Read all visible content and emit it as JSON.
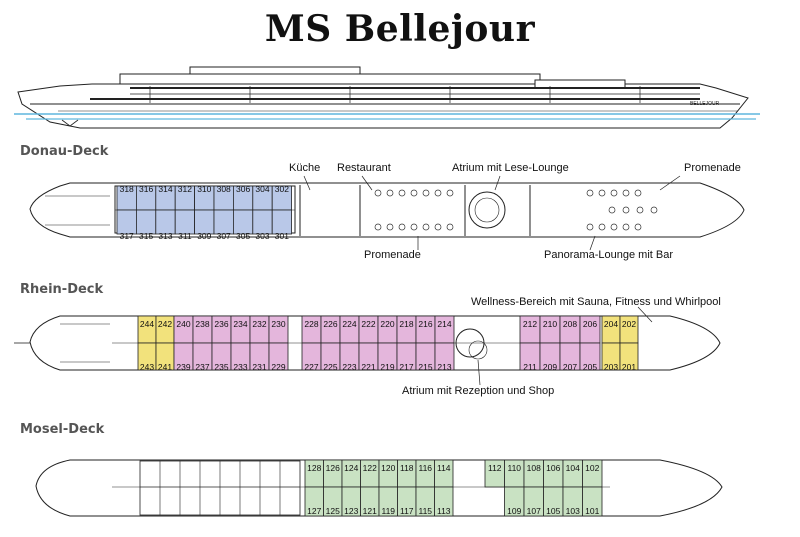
{
  "title": "MS Bellejour",
  "ship_name_on_hull": "BELLEJOUR",
  "colors": {
    "donau_cabins": "#b9c8e8",
    "rhein_cabins_main": "#e4b6dc",
    "rhein_cabins_suite": "#f2e27c",
    "mosel_cabins": "#c9e2c3",
    "line": "#222222",
    "water": "#5fb6de"
  },
  "decks": {
    "donau": {
      "name": "Donau-Deck",
      "labels": {
        "kueche": "Küche",
        "restaurant": "Restaurant",
        "atrium": "Atrium mit Lese-Lounge",
        "promenade_top": "Promenade",
        "promenade_bottom": "Promenade",
        "panorama": "Panorama-Lounge mit Bar"
      },
      "top_row": [
        "318",
        "316",
        "314",
        "312",
        "310",
        "308",
        "306",
        "304",
        "302"
      ],
      "bottom_row": [
        "317",
        "315",
        "313",
        "311",
        "309",
        "307",
        "305",
        "303",
        "301"
      ]
    },
    "rhein": {
      "name": "Rhein-Deck",
      "labels": {
        "wellness": "Wellness-Bereich mit Sauna, Fitness und Whirlpool",
        "atrium": "Atrium mit Rezeption und Shop"
      },
      "aft_suites_top": [
        "244",
        "242"
      ],
      "aft_suites_bottom": [
        "243",
        "241"
      ],
      "block1_top": [
        "240",
        "238",
        "236",
        "234",
        "232",
        "230"
      ],
      "block1_bottom": [
        "239",
        "237",
        "235",
        "233",
        "231",
        "229"
      ],
      "block2_top": [
        "228",
        "226",
        "224",
        "222",
        "220",
        "218",
        "216",
        "214"
      ],
      "block2_bottom": [
        "227",
        "225",
        "223",
        "221",
        "219",
        "217",
        "215",
        "213"
      ],
      "block3_top": [
        "212",
        "210",
        "208",
        "206"
      ],
      "block3_bottom": [
        "211",
        "209",
        "207",
        "205"
      ],
      "fwd_suites_top": [
        "204",
        "202"
      ],
      "fwd_suites_bottom": [
        "203",
        "201"
      ]
    },
    "mosel": {
      "name": "Mosel-Deck",
      "block1_top": [
        "128",
        "126",
        "124",
        "122",
        "120",
        "118",
        "116",
        "114"
      ],
      "block1_bottom": [
        "127",
        "125",
        "123",
        "121",
        "119",
        "117",
        "115",
        "113"
      ],
      "block2_top": [
        "112",
        "110",
        "108",
        "106",
        "104",
        "102"
      ],
      "block2_bottom": [
        "109",
        "107",
        "105",
        "103",
        "101"
      ]
    }
  }
}
